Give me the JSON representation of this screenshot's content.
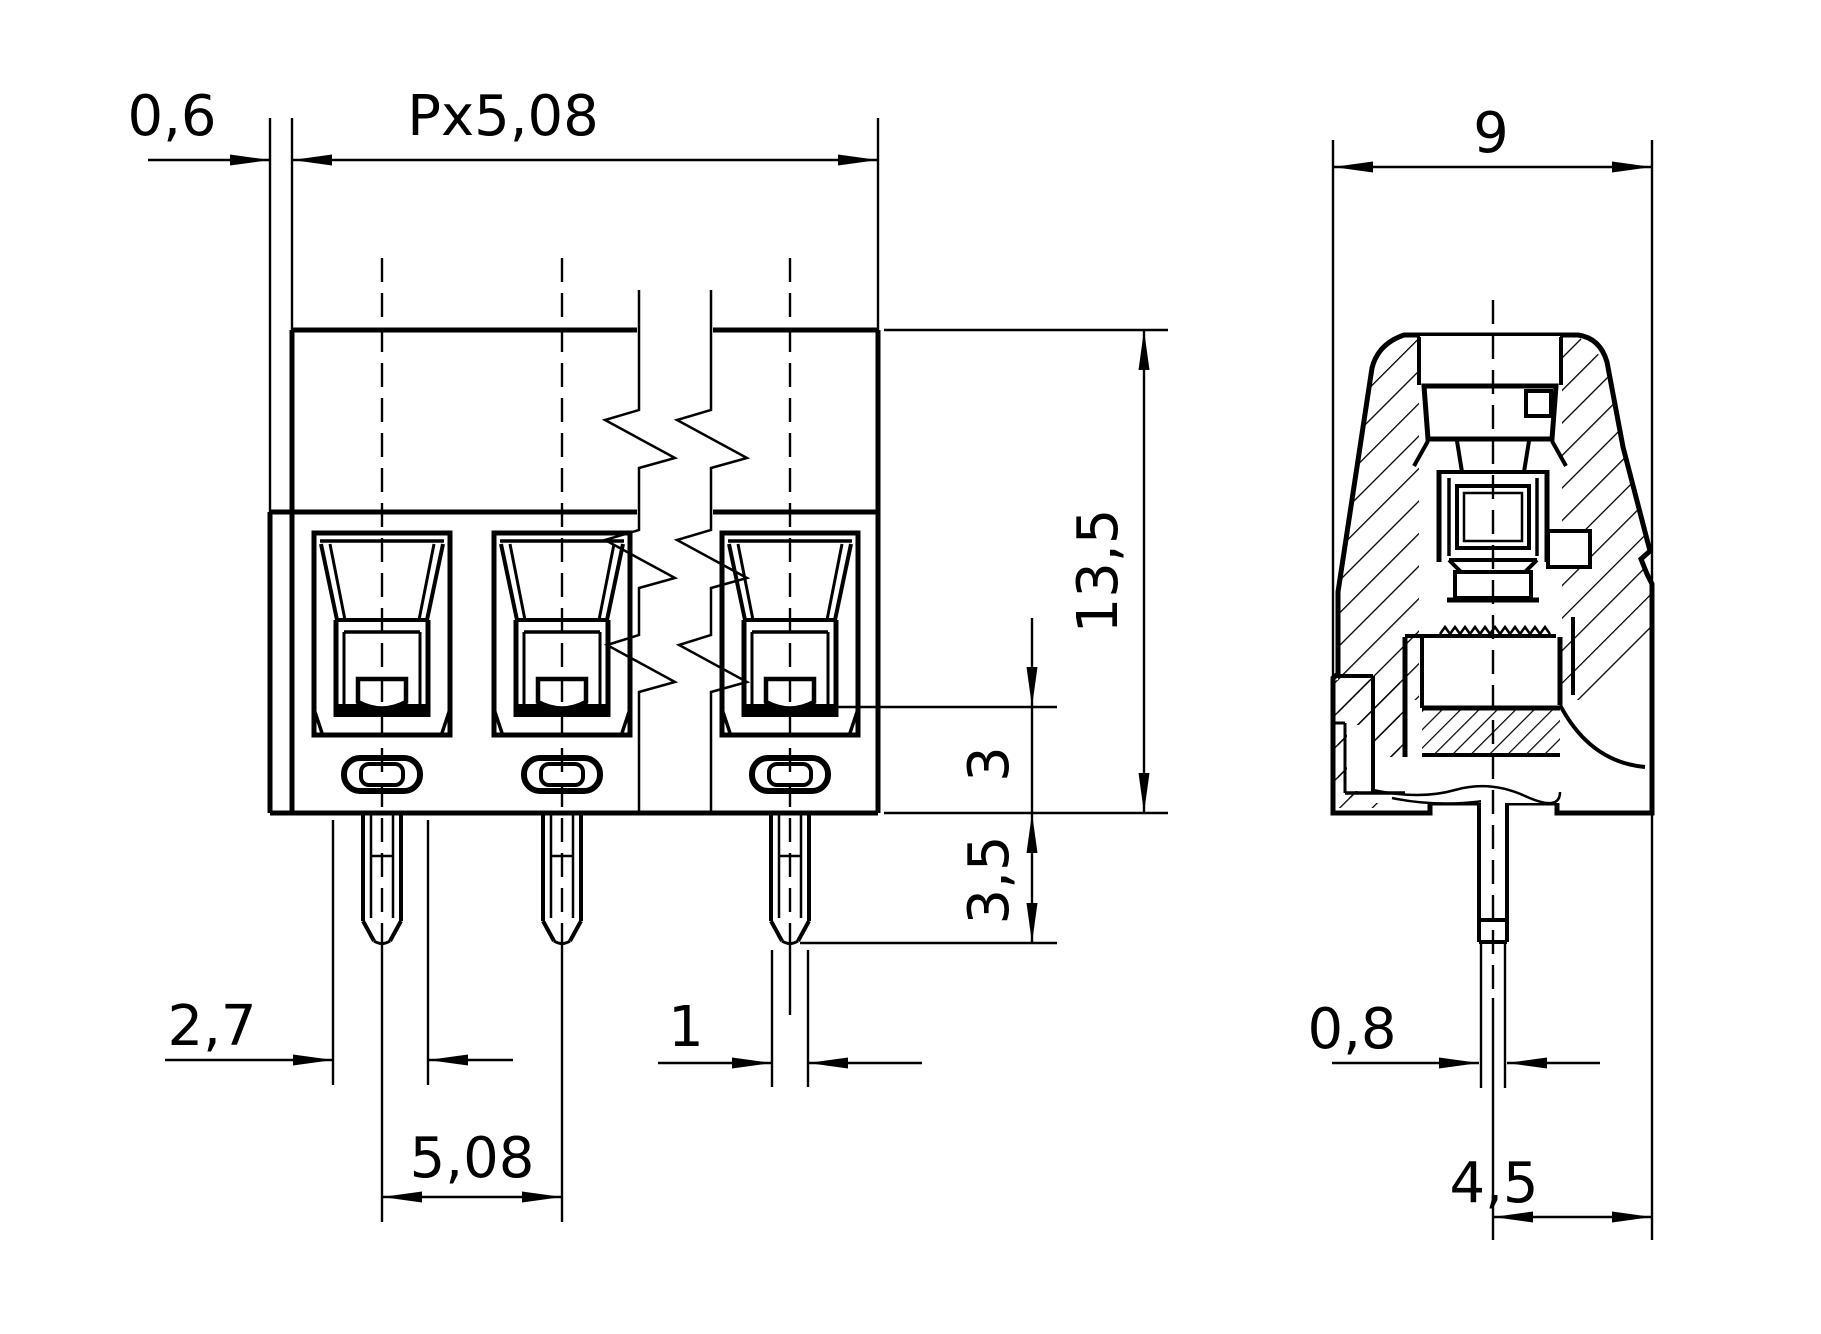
{
  "drawing": {
    "type": "technical-dimension-drawing",
    "component": "pcb-screw-terminal-block",
    "views": {
      "front": {
        "name": "front-view-multi-pole",
        "poles_visible": 3,
        "dimensions": {
          "end_wall_offset": "0,6",
          "total_length_formula": "Px5,08",
          "housing_height": "13,5",
          "contact_floor_height": "3",
          "pin_protrusion": "3,5",
          "wire_cavity_width": "2,7",
          "pole_pitch": "5,08",
          "pin_width": "1"
        }
      },
      "side": {
        "name": "side-section-view",
        "dimensions": {
          "housing_depth": "9",
          "pin_thickness": "0,8",
          "pin_center_to_edge": "4,5"
        }
      }
    },
    "colors": {
      "line": "#000000",
      "background": "#ffffff"
    }
  }
}
